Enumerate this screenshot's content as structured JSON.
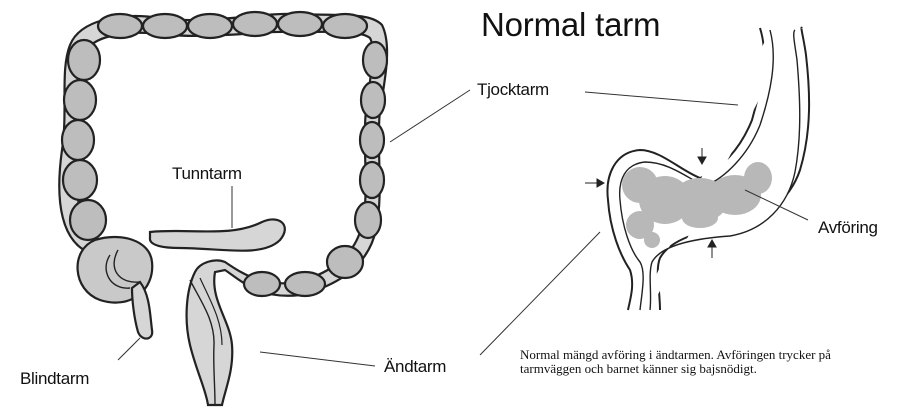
{
  "title": "Normal tarm",
  "labels": {
    "tjocktarm": "Tjocktarm",
    "tunntarm": "Tunntarm",
    "blindtarm": "Blindtarm",
    "andtarm": "Ändtarm",
    "avforing": "Avföring"
  },
  "caption": "Normal mängd avföring i ändtarmen. Avföringen trycker på tarmväggen och barnet känner sig bajsnödigt.",
  "colors": {
    "outline": "#222222",
    "fill": "#d6d6d6",
    "shade": "#a8a8a8",
    "stool": "#b5b5b5"
  }
}
